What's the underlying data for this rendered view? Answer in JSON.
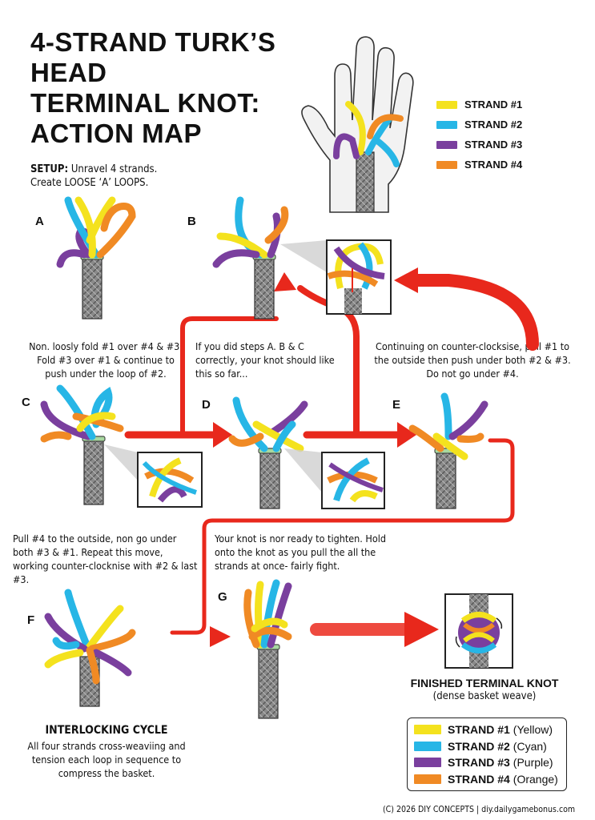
{
  "title_lines": [
    "4-STRAND TURK’S HEAD",
    "TERMINAL KNOT:",
    "ACTION MAP"
  ],
  "colors": {
    "strand1": "#f4e21e",
    "strand2": "#27b6e6",
    "strand3": "#7a3f9e",
    "strand4": "#f08a24",
    "arrow": "#e8281c",
    "rope": "#8a8a8a",
    "whipping": "#a8d8a0"
  },
  "legend_top": [
    {
      "label": "STRAND #1",
      "color": "#f4e21e"
    },
    {
      "label": "STRAND #2",
      "color": "#27b6e6"
    },
    {
      "label": "STRAND #3",
      "color": "#7a3f9e"
    },
    {
      "label": "STRAND #4",
      "color": "#f08a24"
    }
  ],
  "setup": {
    "label": "SETUP:",
    "text_line1": "Unravel 4 strands.",
    "text_line2": "Create LOOSE ‘A’ LOOPS."
  },
  "steps": {
    "a": "A",
    "b": "B",
    "c": "C",
    "d": "D",
    "e": "E",
    "f": "F",
    "g": "G"
  },
  "text_c": [
    "Non. loosly fold #1 over #4 & #3.",
    "Fold #3 over #1 & continue to",
    "push under the loop of #2."
  ],
  "text_d": [
    "If you did steps A. B & C",
    "correctly, your knot should like",
    "this so far..."
  ],
  "text_e": [
    "Continuing on counter-clocksise, pull #1 to",
    "the outside then push under both #2 & #3.",
    "Do not go under #4."
  ],
  "text_f": [
    "Pull #4 to the outside, non go under",
    "both #3 & #1. Repeat this move,",
    "working counter-clocknise with #2 & last",
    "#3."
  ],
  "text_g": [
    "Your knot is nor ready to tighten. Hold",
    "onto the knot as you pull the all the",
    "strands at once- fairly fight."
  ],
  "interlocking": {
    "title": "INTERLOCKING CYCLE",
    "lines": [
      "All four strands cross-weaviing and",
      "tension each loop in sequence to",
      "compress the basket."
    ]
  },
  "finished": {
    "title": "FINISHED TERMINAL KNOT",
    "subtitle": "(dense basket weave)"
  },
  "legend_box": [
    {
      "strand": "STRAND #1",
      "name": "(Yellow)",
      "color": "#f4e21e"
    },
    {
      "strand": "STRAND #2",
      "name": "(Cyan)",
      "color": "#27b6e6"
    },
    {
      "strand": "STRAND #3",
      "name": "(Purple)",
      "color": "#7a3f9e"
    },
    {
      "strand": "STRAND #4",
      "name": "(Orange)",
      "color": "#f08a24"
    }
  ],
  "footer": "(C) 2026 DIY CONCEPTS | diy.dailygamebonus.com"
}
